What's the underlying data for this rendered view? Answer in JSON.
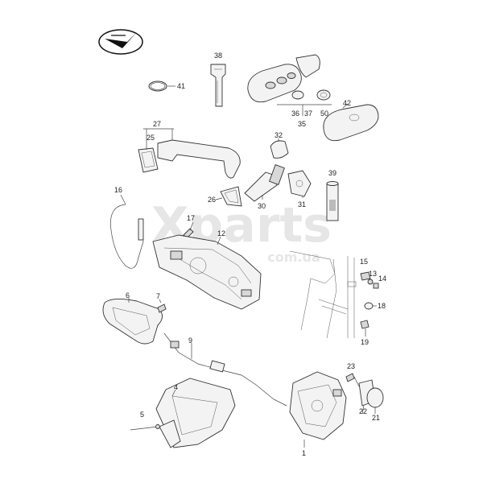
{
  "watermark": {
    "brand": "Xparts",
    "domain": "com.ua"
  },
  "callouts": {
    "c1": "1",
    "c4": "4",
    "c5": "5",
    "c6": "6",
    "c7": "7",
    "c9": "9",
    "c12": "12",
    "c13": "13",
    "c14": "14",
    "c15": "15",
    "c16": "16",
    "c17": "17",
    "c18": "18",
    "c19": "19",
    "c21": "21",
    "c22": "22",
    "c23": "23",
    "c25": "25",
    "c26": "26",
    "c27": "27",
    "c30": "30",
    "c31": "31",
    "c32": "32",
    "c35": "35",
    "c36": "36",
    "c37": "37",
    "c38": "38",
    "c39": "39",
    "c41": "41",
    "c42": "42",
    "c50": "50"
  }
}
